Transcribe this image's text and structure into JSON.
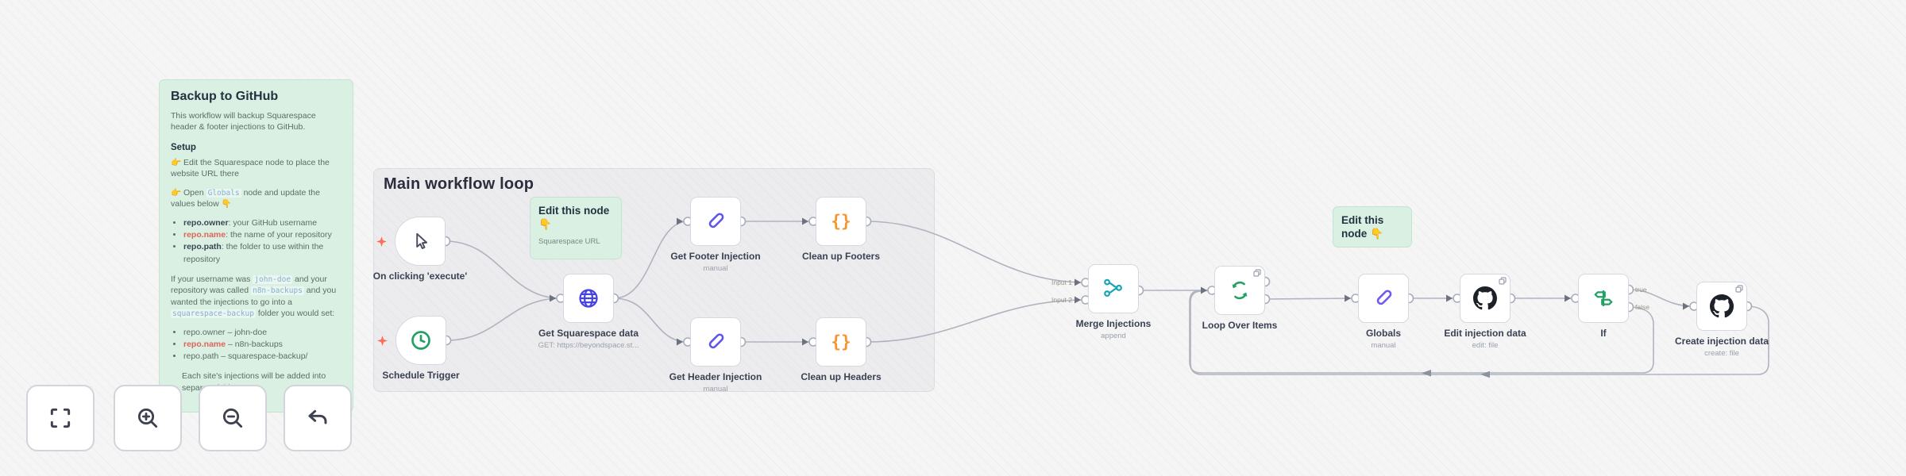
{
  "note": {
    "title": "Backup to GitHub",
    "intro": "This workflow will backup Squarespace header & footer injections to GitHub.",
    "setup_heading": "Setup",
    "step1": "👉 Edit the Squarespace node to place the website URL there",
    "step2_pre": "👉 Open ",
    "step2_code": "Globals",
    "step2_post": " node and update the values below 👇",
    "bullets1": [
      {
        "term": "repo.owner",
        "desc": ": your GitHub username"
      },
      {
        "term": "repo.name",
        "desc": ": the name of your repository"
      },
      {
        "term": "repo.path",
        "desc": ": the folder to use within the repository"
      }
    ],
    "para_1": "If your username was ",
    "para_code1": "john-doe",
    "para_2": " and your repository was called ",
    "para_code2": "n8n-backups",
    "para_3": " and you wanted the injections to go into a ",
    "para_code3": "squarespace-backup",
    "para_4": " folder you would set:",
    "bullets2": [
      {
        "term": "repo.owner",
        "desc": " – john-doe"
      },
      {
        "term": "repo.name",
        "desc": " – n8n-backups"
      },
      {
        "term": "repo.path",
        "desc": " – squarespace-backup/"
      }
    ],
    "footer": "Each site's injections will be added into separate folder"
  },
  "frame": {
    "title": "Main workflow loop"
  },
  "sticky_edit_1": {
    "title": "Edit this node 👇",
    "subtitle": "Squarespace URL"
  },
  "sticky_edit_2": {
    "title": "Edit this node 👇"
  },
  "nodes": {
    "onclick": {
      "label": "On clicking 'execute'"
    },
    "schedule": {
      "label": "Schedule Trigger"
    },
    "squarespace": {
      "label": "Get Squarespace data",
      "sublabel": "GET: https://beyondspace.st..."
    },
    "getFooter": {
      "label": "Get Footer Injection",
      "sublabel": "manual"
    },
    "cleanFooters": {
      "label": "Clean up Footers"
    },
    "getHeader": {
      "label": "Get Header Injection",
      "sublabel": "manual"
    },
    "cleanHeaders": {
      "label": "Clean up Headers"
    },
    "merge": {
      "label": "Merge Injections",
      "sublabel": "append",
      "input1": "Input 1",
      "input2": "Input 2"
    },
    "loop": {
      "label": "Loop Over Items"
    },
    "globals": {
      "label": "Globals",
      "sublabel": "manual"
    },
    "editInjection": {
      "label": "Edit injection data",
      "sublabel": "edit: file"
    },
    "if": {
      "label": "If",
      "out_true": "true",
      "out_false": "false"
    },
    "createInjection": {
      "label": "Create injection data",
      "sublabel": "create: file"
    }
  },
  "controls": {
    "items": [
      "zoom-to-fit",
      "zoom-in",
      "zoom-out",
      "undo"
    ]
  },
  "icons": {
    "cursor-icon": "manual trigger pointer",
    "clock-icon": "schedule trigger",
    "globe-icon": "http request",
    "pencil-icon": "set fields",
    "code-braces-icon": "code node",
    "merge-icon": "merge",
    "loop-icon": "split in batches",
    "github-icon": "github",
    "if-signpost-icon": "if branch"
  },
  "colors": {
    "sticky_bg": "#d9f0e3",
    "canvas_bg": "#f5f5f5",
    "node_border": "#d6d8e1",
    "wire": "#b0b3bf",
    "trigger_marker": "#ff6d5a",
    "code_red": "#e0635a",
    "code_blue": "#86aed2",
    "icon_green": "#23a164",
    "icon_indigo": "#4742e0",
    "icon_violet": "#5e55ee",
    "icon_orange": "#f5952f",
    "icon_teal": "#16a5b4",
    "icon_dark": "#1d2127"
  }
}
